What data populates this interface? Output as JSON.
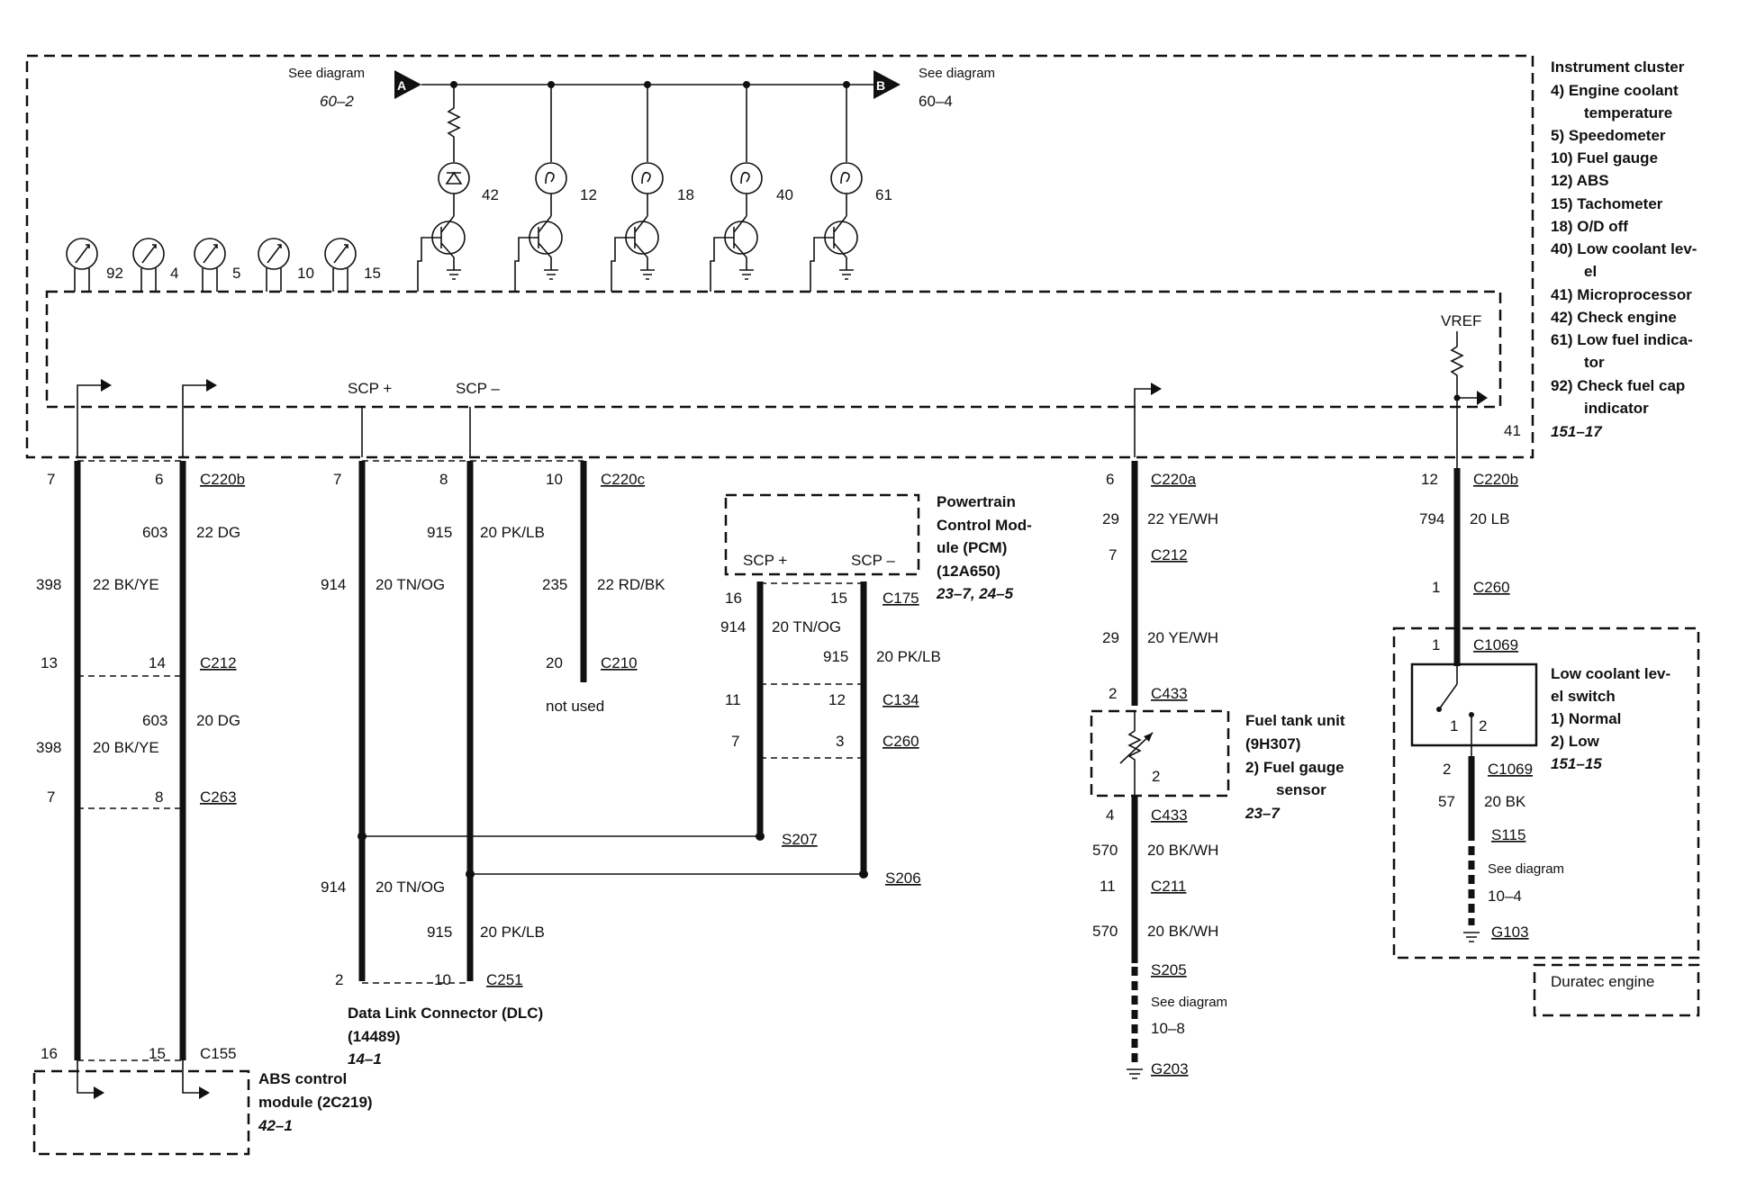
{
  "cluster": {
    "legend": [
      "Instrument cluster",
      "4)   Engine coolant",
      "temperature",
      "5)   Speedometer",
      "10) Fuel gauge",
      "12) ABS",
      "15) Tachometer",
      "18) O/D off",
      "40) Low coolant lev-",
      "el",
      "41) Microprocessor",
      "42) Check engine",
      "61) Low fuel indica-",
      "tor",
      "92) Check fuel cap",
      "indicator"
    ],
    "legend_ref": "151–17",
    "see_a": "See diagram",
    "ref_a": "60–2",
    "conn_a": "A",
    "see_b": "See diagram",
    "ref_b": "60–4",
    "conn_b": "B",
    "lamps": [
      "42",
      "12",
      "18",
      "40",
      "61"
    ],
    "gauges": [
      "92",
      "4",
      "5",
      "10",
      "15"
    ],
    "vref": "VREF",
    "scp_plus": "SCP +",
    "scp_minus": "SCP –",
    "micro": "41"
  },
  "abs_col": {
    "pin_l": "7",
    "pin_r": "6",
    "conn": "C220b",
    "c603": "603",
    "w603": "22 DG",
    "c398": "398",
    "w398": "22 BK/YE",
    "p13": "13",
    "p14": "14",
    "c212": "C212",
    "c603b": "603",
    "w603b": "20 DG",
    "c398b": "398",
    "w398b": "20 BK/YE",
    "p7": "7",
    "p8": "8",
    "c263": "C263",
    "p16": "16",
    "p15": "15",
    "c155": "C155",
    "module": [
      "ABS control",
      "module (2C219)"
    ],
    "ref": "42–1"
  },
  "scp_col": {
    "pin_l": "7",
    "pin_r": "8",
    "pin_10": "10",
    "conn": "C220c",
    "c915": "915",
    "w915": "20 PK/LB",
    "c914": "914",
    "w914": "20 TN/OG",
    "c235": "235",
    "w235": "22 RD/BK",
    "p20": "20",
    "c210": "C210",
    "not_used": "not used",
    "c914b": "914",
    "w914b": "20 TN/OG",
    "c915b": "915",
    "w915b": "20 PK/LB",
    "p2": "2",
    "p10": "10",
    "c251": "C251",
    "dlc": [
      "Data Link Connector (DLC)",
      "(14489)"
    ],
    "dlc_ref": "14–1"
  },
  "pcm": {
    "name": [
      "Powertrain",
      "Control Mod-",
      "ule (PCM)",
      "(12A650)"
    ],
    "ref": "23–7, 24–5",
    "scp_plus": "SCP +",
    "scp_minus": "SCP –",
    "p16": "16",
    "p15": "15",
    "c175": "C175",
    "c914": "914",
    "w914": "20 TN/OG",
    "c915": "915",
    "w915": "20 PK/LB",
    "p11": "11",
    "p12": "12",
    "c134": "C134",
    "p7": "7",
    "p3": "3",
    "c260": "C260",
    "s207": "S207",
    "s206": "S206"
  },
  "fuel_col": {
    "pin": "6",
    "conn": "C220a",
    "c29": "29",
    "w29": "22 YE/WH",
    "p7": "7",
    "c212": "C212",
    "c29b": "29",
    "w29b": "20 YE/WH",
    "p2": "2",
    "c433": "C433",
    "unit": [
      "Fuel tank unit",
      "(9H307)",
      "2)   Fuel gauge",
      "sensor"
    ],
    "unit_ref": "23–7",
    "unit_pin": "2",
    "p4": "4",
    "c433b": "C433",
    "c570": "570",
    "w570": "20 BK/WH",
    "p11": "11",
    "c211": "C211",
    "c570b": "570",
    "w570b": "20 BK/WH",
    "s205": "S205",
    "see": "See diagram",
    "see_ref": "10–8",
    "g203": "G203"
  },
  "coolant_col": {
    "pin": "12",
    "conn": "C220b",
    "c794": "794",
    "w794": "20 LB",
    "p1": "1",
    "c260": "C260",
    "p1b": "1",
    "c1069": "C1069",
    "switch": [
      "Low coolant lev-",
      "el switch",
      "1)   Normal",
      "2)   Low"
    ],
    "switch_ref": "151–15",
    "sw1": "1",
    "sw2": "2",
    "p2": "2",
    "c1069b": "C1069",
    "c57": "57",
    "w57": "20 BK",
    "s115": "S115",
    "see": "See diagram",
    "see_ref": "10–4",
    "g103": "G103",
    "engine": "Duratec engine"
  }
}
